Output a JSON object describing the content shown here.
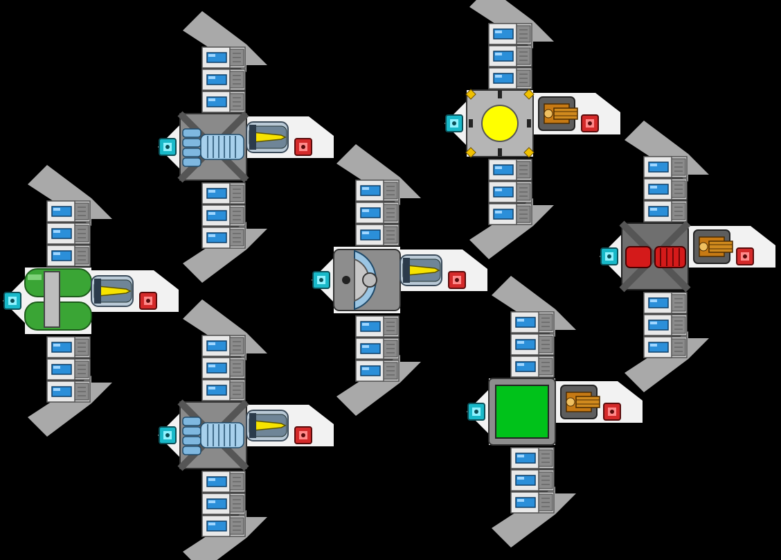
{
  "scene": {
    "background": "#000000",
    "ships": [
      {
        "name": "green-tank-ship",
        "core": "green-fuel-tank",
        "weapon": "yellow-missile-launcher"
      },
      {
        "name": "blue-engine-ship-upper",
        "core": "blue-ion-engine",
        "weapon": "yellow-missile-launcher"
      },
      {
        "name": "blue-engine-ship-lower",
        "core": "blue-ion-engine",
        "weapon": "yellow-missile-launcher"
      },
      {
        "name": "dome-reactor-ship",
        "core": "blue-dome-reactor",
        "weapon": "yellow-missile-launcher"
      },
      {
        "name": "sun-core-ship",
        "core": "yellow-energy-orb",
        "weapon": "orange-gatling-turret"
      },
      {
        "name": "red-engine-ship",
        "core": "red-plasma-engine",
        "weapon": "orange-gatling-turret"
      },
      {
        "name": "green-screen-ship",
        "core": "green-cargo-panel",
        "weapon": "orange-gatling-turret"
      }
    ],
    "colors": {
      "hull": "#f2f2f2",
      "wing": "#a9a9a9",
      "battery": "#2b8fd9",
      "connector_port": "#19b9c9",
      "weapon_port": "#d42a2a",
      "missile": "#f7e300",
      "gatling": "#d08a1e",
      "green_core": "#3aa535",
      "yellow_core": "#ffff00",
      "red_core": "#d41a1a",
      "screen_green": "#00c21a"
    }
  }
}
